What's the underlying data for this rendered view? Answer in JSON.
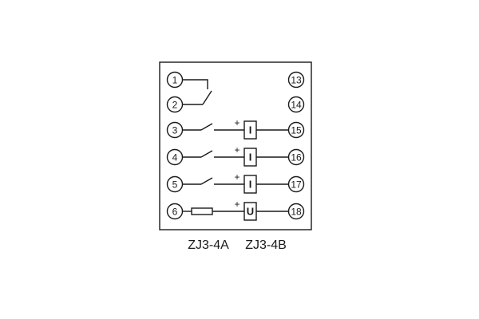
{
  "diagram": {
    "caption_left": "ZJ3-4A",
    "caption_right": "ZJ3-4B",
    "rows": [
      {
        "left": "1",
        "right": "13"
      },
      {
        "left": "2",
        "right": "14"
      },
      {
        "left": "3",
        "right": "15",
        "polarity": "+",
        "coil": "I"
      },
      {
        "left": "4",
        "right": "16",
        "polarity": "+",
        "coil": "I"
      },
      {
        "left": "5",
        "right": "17",
        "polarity": "+",
        "coil": "I"
      },
      {
        "left": "6",
        "right": "18",
        "polarity": "+",
        "coil": "U"
      }
    ]
  }
}
